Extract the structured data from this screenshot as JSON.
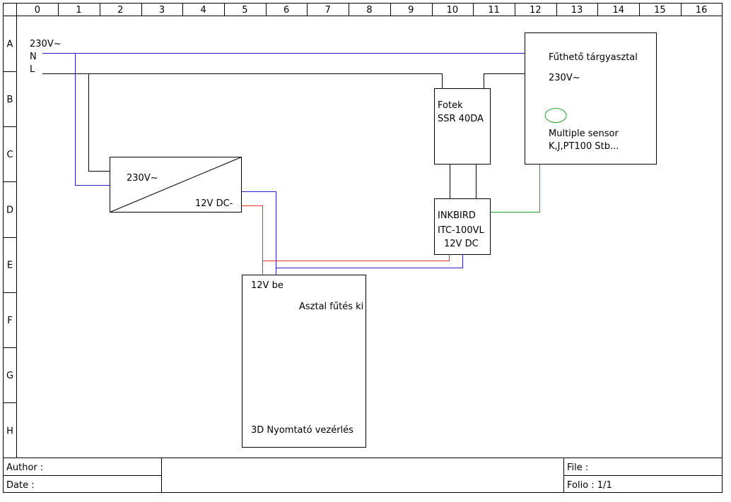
{
  "grid": {
    "columns": [
      "0",
      "1",
      "2",
      "3",
      "4",
      "5",
      "6",
      "7",
      "8",
      "9",
      "10",
      "11",
      "12",
      "13",
      "14",
      "15",
      "16"
    ],
    "rows": [
      "A",
      "B",
      "C",
      "D",
      "E",
      "F",
      "G",
      "H"
    ]
  },
  "mains": {
    "voltage": "230V~",
    "neutral": "N",
    "line": "L"
  },
  "psu": {
    "input": "230V~",
    "output": "12V DC-"
  },
  "ssr": {
    "line1": "Fotek",
    "line2": "SSR 40DA"
  },
  "heated_table": {
    "title": "Fűthető tárgyasztal",
    "voltage": "230V~",
    "sensor_line1": "Multiple sensor",
    "sensor_line2": "K,J,PT100 Stb..."
  },
  "controller": {
    "line1": "INKBIRD",
    "line2": "ITC-100VL",
    "line3": "12V DC"
  },
  "printer_board": {
    "input": "12V be",
    "heater_out": "Asztal fűtés ki",
    "title": "3D Nyomtató vezérlés"
  },
  "title_block": {
    "author": "Author :",
    "date": "Date :",
    "file": "File :",
    "folio": "Folio : 1/1"
  },
  "colors": {
    "neutral_wire": "#2222cc",
    "positive_wire": "#e03030",
    "sensor_wire": "#22a033",
    "line_wire": "#000000"
  }
}
